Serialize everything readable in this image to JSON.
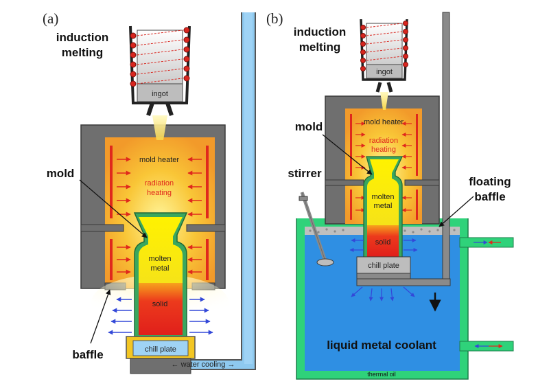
{
  "panels": [
    {
      "tag": "(a)",
      "labels": {
        "induction_line1": "induction",
        "induction_line2": "melting",
        "ingot": "ingot",
        "mold_heater": "mold heater",
        "radiation_line1": "radiation",
        "radiation_line2": "heating",
        "mold": "mold",
        "molten_line1": "molten",
        "molten_line2": "metal",
        "solid": "solid",
        "baffle": "baffle",
        "chill_plate": "chill plate",
        "water_cooling": "← water cooling →"
      }
    },
    {
      "tag": "(b)",
      "labels": {
        "induction_line1": "induction",
        "induction_line2": "melting",
        "ingot": "ingot",
        "mold_heater": "mold heater",
        "radiation_line1": "radiation",
        "radiation_line2": "heating",
        "mold": "mold",
        "molten_line1": "molten",
        "molten_line2": "metal",
        "solid": "solid",
        "stirrer": "stirrer",
        "floating_line1": "floating",
        "floating_line2": "baffle",
        "chill_plate": "chill plate",
        "coolant": "liquid metal coolant",
        "thermal_oil": "thermal oil"
      }
    }
  ],
  "colors": {
    "furnace_wall": "#6f6f6f",
    "heater_glow": "#f7b733",
    "molten": "#f6ef1a",
    "solid": "#e8261d",
    "mold": "#3aa75e",
    "chill_plate": "#f3c623",
    "water": "#8ec9ef",
    "coolant": "#2f8fe3",
    "tank": "#2fd27a",
    "coil": "#d8261f",
    "heat_arrow_red": "#e0281c",
    "heat_arrow_blue": "#3348d8"
  }
}
